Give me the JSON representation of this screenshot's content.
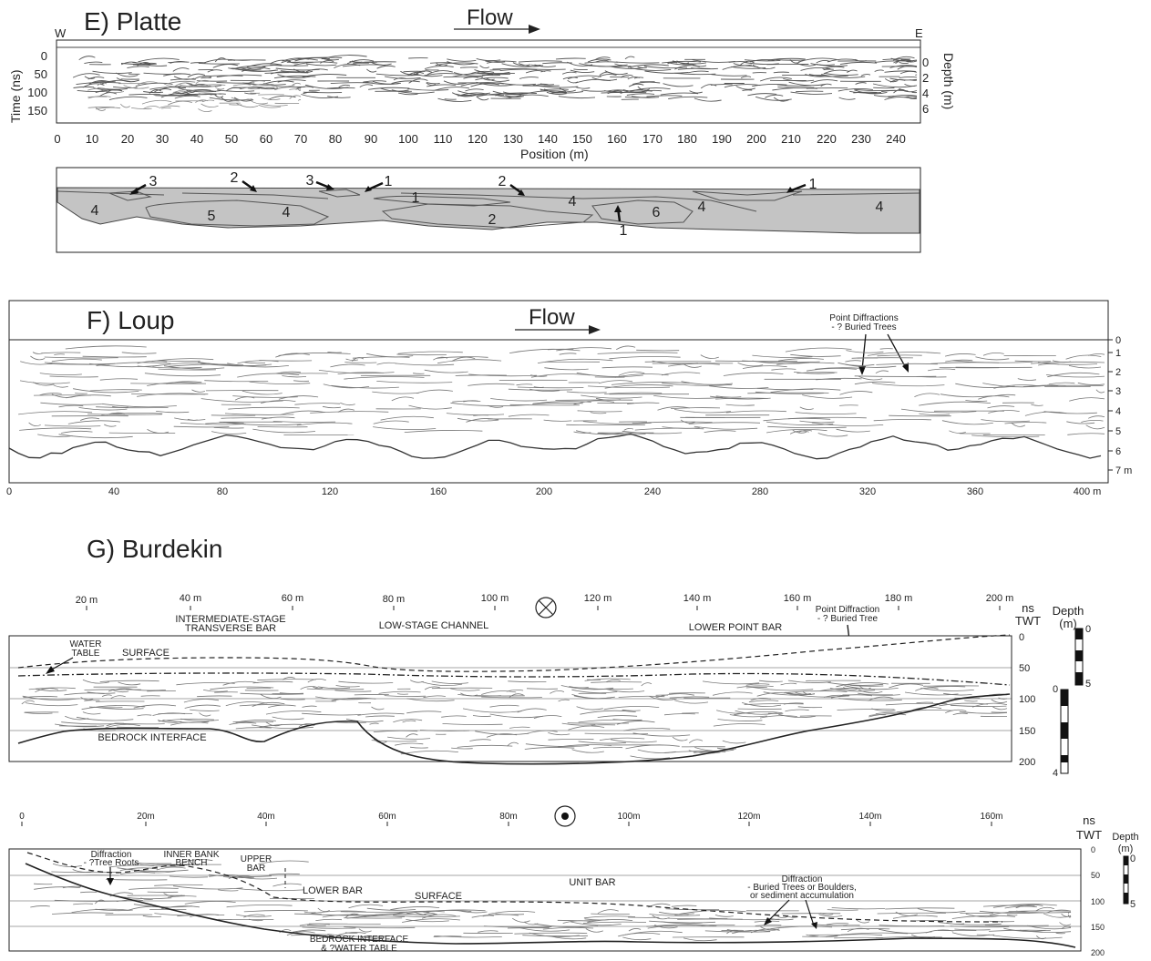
{
  "panel_e": {
    "title": "E) Platte",
    "flow": "Flow",
    "west": "W",
    "east": "E",
    "time_axis": {
      "label": "Time (ns)",
      "ticks": [
        "0",
        "50",
        "100",
        "150"
      ]
    },
    "depth_axis": {
      "label": "Depth (m)",
      "ticks": [
        "0",
        "2",
        "4",
        "6"
      ]
    },
    "position_axis": {
      "label": "Position (m)",
      "ticks": [
        "0",
        "10",
        "20",
        "30",
        "40",
        "50",
        "60",
        "70",
        "80",
        "90",
        "100",
        "110",
        "120",
        "130",
        "140",
        "150",
        "160",
        "170",
        "180",
        "190",
        "200",
        "210",
        "220",
        "230",
        "240"
      ]
    },
    "units": [
      "3",
      "2",
      "3",
      "1",
      "1",
      "2",
      "1",
      "4",
      "5",
      "4",
      "4",
      "2",
      "6",
      "4",
      "1",
      "4"
    ]
  },
  "panel_f": {
    "title": "F) Loup",
    "flow": "Flow",
    "annotation": [
      "Point Diffractions",
      "- ? Buried Trees"
    ],
    "depth_ticks": [
      "0",
      "1",
      "2",
      "3",
      "4",
      "5",
      "6",
      "7 m"
    ],
    "x_ticks": [
      "0",
      "40",
      "80",
      "120",
      "160",
      "200",
      "240",
      "280",
      "320",
      "360",
      "400 m"
    ]
  },
  "panel_g": {
    "title": "G) Burdekin",
    "top": {
      "x_ticks": [
        "20 m",
        "40 m",
        "60 m",
        "80 m",
        "100 m",
        "120 m",
        "140 m",
        "160 m",
        "180 m",
        "200 m"
      ],
      "regions": {
        "r1": [
          "INTERMEDIATE-STAGE",
          "TRANSVERSE BAR"
        ],
        "r2": "LOW-STAGE CHANNEL",
        "r3": "LOWER POINT BAR"
      },
      "diffraction": [
        "Point Diffraction",
        "- ? Buried Tree"
      ],
      "water_table": [
        "WATER",
        "TABLE"
      ],
      "surface": "SURFACE",
      "bedrock": "BEDROCK  INTERFACE",
      "twt_label": [
        "ns",
        "TWT"
      ],
      "twt_ticks": [
        "0",
        "50",
        "100",
        "150",
        "200"
      ],
      "depth_label": [
        "Depth",
        "(m)"
      ],
      "depth_scale_a": [
        "0",
        "5"
      ],
      "depth_scale_b": [
        "0",
        "4"
      ]
    },
    "bottom": {
      "x_ticks": [
        "0",
        "20m",
        "40m",
        "60m",
        "80m",
        "100m",
        "120m",
        "140m",
        "160m"
      ],
      "diffraction1": [
        "Diffraction",
        "- ?Tree Roots"
      ],
      "inner_bank": [
        "INNER BANK",
        "BENCH"
      ],
      "upper_bar": [
        "UPPER",
        "BAR"
      ],
      "lower_bar": "LOWER  BAR",
      "surface": "SURFACE",
      "unit_bar": "UNIT  BAR",
      "diffraction2": [
        "Diffraction",
        "- Buried Trees or Boulders,",
        "or sediment accumulation"
      ],
      "bedrock": [
        "BEDROCK  INTERFACE",
        "& ?WATER TABLE"
      ],
      "twt_label": [
        "ns",
        "TWT"
      ],
      "twt_ticks": [
        "0",
        "50",
        "100",
        "150",
        "200"
      ],
      "depth_label": [
        "Depth",
        "(m)"
      ],
      "depth_scale": [
        "0",
        "5"
      ]
    }
  }
}
